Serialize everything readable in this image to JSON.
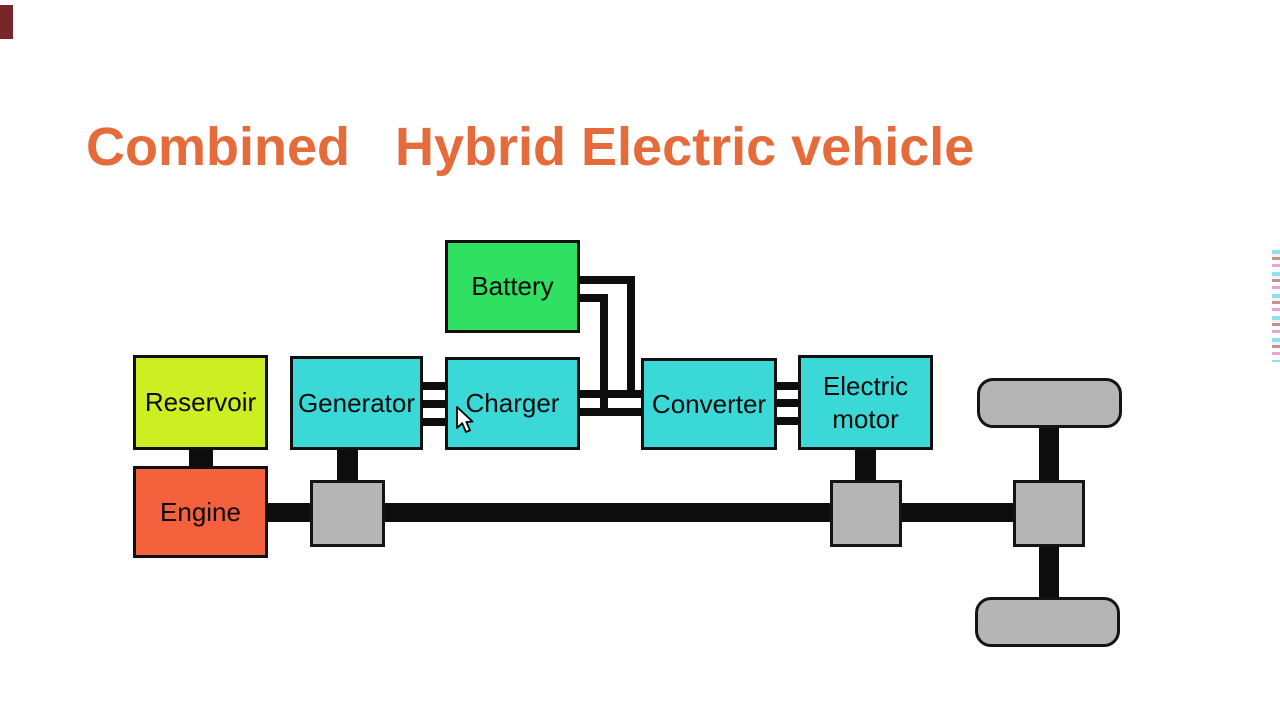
{
  "title": {
    "text": "Combined   Hybrid Electric vehicle"
  },
  "colors": {
    "title": "#e56b3b",
    "battery": "#2fe063",
    "component": "#3bd8d8",
    "reservoir": "#ccee22",
    "engine": "#f4613d",
    "mechanical": "#b5b5b5",
    "line": "#0d0d0d"
  },
  "blocks": {
    "battery": {
      "label": "Battery"
    },
    "reservoir": {
      "label": "Reservoir"
    },
    "generator": {
      "label": "Generator"
    },
    "charger": {
      "label": "Charger"
    },
    "converter": {
      "label": "Converter"
    },
    "electric_motor": {
      "label": "Electric motor"
    },
    "engine": {
      "label": "Engine"
    }
  }
}
